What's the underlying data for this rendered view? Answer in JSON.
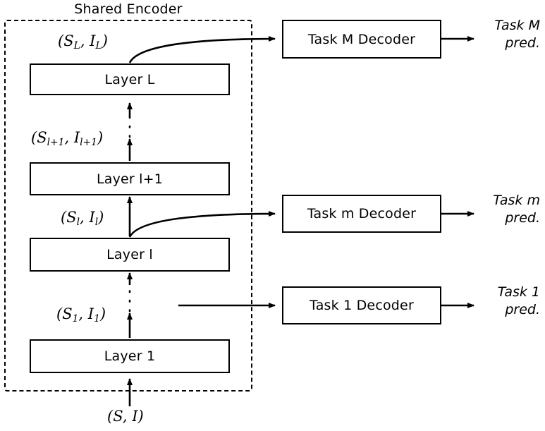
{
  "diagram": {
    "title": "Shared Encoder",
    "encoder": {
      "label": "Shared Encoder",
      "layers": [
        {
          "name": "layer-L",
          "label": "Layer L",
          "output_label": "(S_L, I_L)"
        },
        {
          "name": "layer-l+1",
          "label": "Layer l+1",
          "output_label": "(S_l+1, I_l+1)"
        },
        {
          "name": "layer-l",
          "label": "Layer l",
          "output_label": "(S_l, I_l)"
        },
        {
          "name": "layer-1",
          "label": "Layer 1",
          "output_label": "(S_1, I_1)"
        }
      ],
      "input_label": "(S, I)"
    },
    "labels": {
      "out_L_open": "(",
      "out_L_S": "S",
      "out_L_Ssub": "L",
      "out_L_comma": ", ",
      "out_L_I": "I",
      "out_L_Isub": "L",
      "out_L_close": ")",
      "out_lp1_open": "(",
      "out_lp1_S": "S",
      "out_lp1_Ssub": "l+1",
      "out_lp1_comma": ", ",
      "out_lp1_I": "I",
      "out_lp1_Isub": "l+1",
      "out_lp1_close": ")",
      "out_l_open": "(",
      "out_l_S": "S",
      "out_l_Ssub": "l",
      "out_l_comma": ", ",
      "out_l_I": "I",
      "out_l_Isub": "l",
      "out_l_close": ")",
      "out_1_open": "(",
      "out_1_S": "S",
      "out_1_Ssub": "1",
      "out_1_comma": ", ",
      "out_1_I": "I",
      "out_1_Isub": "1",
      "out_1_close": ")",
      "input_open": "(",
      "input_S": "S",
      "input_comma": ", ",
      "input_I": "I",
      "input_close": ")"
    },
    "decoders": [
      {
        "name": "task-M-decoder",
        "label": "Task M Decoder",
        "pred_line1": "Task M",
        "pred_line2": "pred."
      },
      {
        "name": "task-m-decoder",
        "label": "Task m Decoder",
        "pred_line1": "Task m",
        "pred_line2": "pred."
      },
      {
        "name": "task-1-decoder",
        "label": "Task 1 Decoder",
        "pred_line1": "Task 1",
        "pred_line2": "pred."
      }
    ],
    "colors": {
      "stroke": "#000000",
      "background": "#ffffff"
    }
  }
}
